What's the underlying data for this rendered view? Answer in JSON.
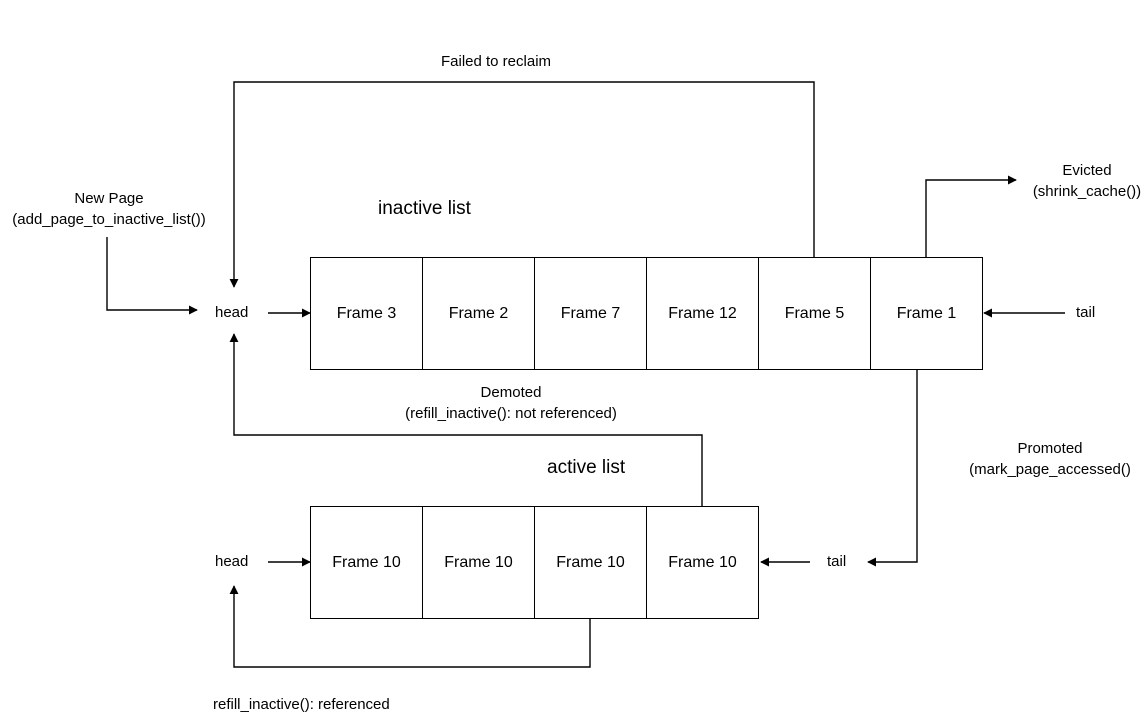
{
  "inactive_list": {
    "title": "inactive list",
    "head": "head",
    "tail": "tail",
    "frames": [
      "Frame 3",
      "Frame 2",
      "Frame 7",
      "Frame 12",
      "Frame 5",
      "Frame 1"
    ]
  },
  "active_list": {
    "title": "active list",
    "head": "head",
    "tail": "tail",
    "frames": [
      "Frame 10",
      "Frame 10",
      "Frame 10",
      "Frame 10"
    ]
  },
  "edges": {
    "failed_to_reclaim": "Failed to reclaim",
    "new_page": {
      "line1": "New Page",
      "line2": "(add_page_to_inactive_list())"
    },
    "evicted": {
      "line1": "Evicted",
      "line2": "(shrink_cache())"
    },
    "demoted": {
      "line1": "Demoted",
      "line2": "(refill_inactive(): not referenced)"
    },
    "promoted": {
      "line1": "Promoted",
      "line2": "(mark_page_accessed()"
    },
    "refill_referenced": "refill_inactive(): referenced"
  }
}
